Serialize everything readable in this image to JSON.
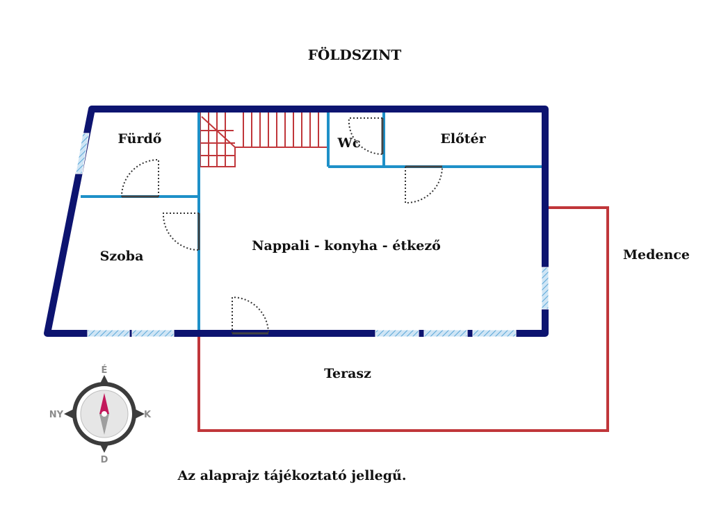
{
  "title": "FÖLDSZINT",
  "rooms": {
    "furdo": "Fürdő",
    "wc": "Wc",
    "eloter": "Előtér",
    "szoba": "Szoba",
    "nappali": "Nappali - konyha - étkező",
    "medence": "Medence",
    "terasz": "Terasz"
  },
  "compass": {
    "north": "É",
    "south": "D",
    "east": "K",
    "west": "NY"
  },
  "footnote": "Az alaprajz tájékoztató jellegű.",
  "colors": {
    "outer_wall": "#0d1470",
    "inner_wall": "#1e90c8",
    "stairs": "#c0363a",
    "terrace_pool": "#c0363a",
    "window": "#9ec9e8",
    "door": "#3a3a3a",
    "compass_north": "#c2185b"
  }
}
